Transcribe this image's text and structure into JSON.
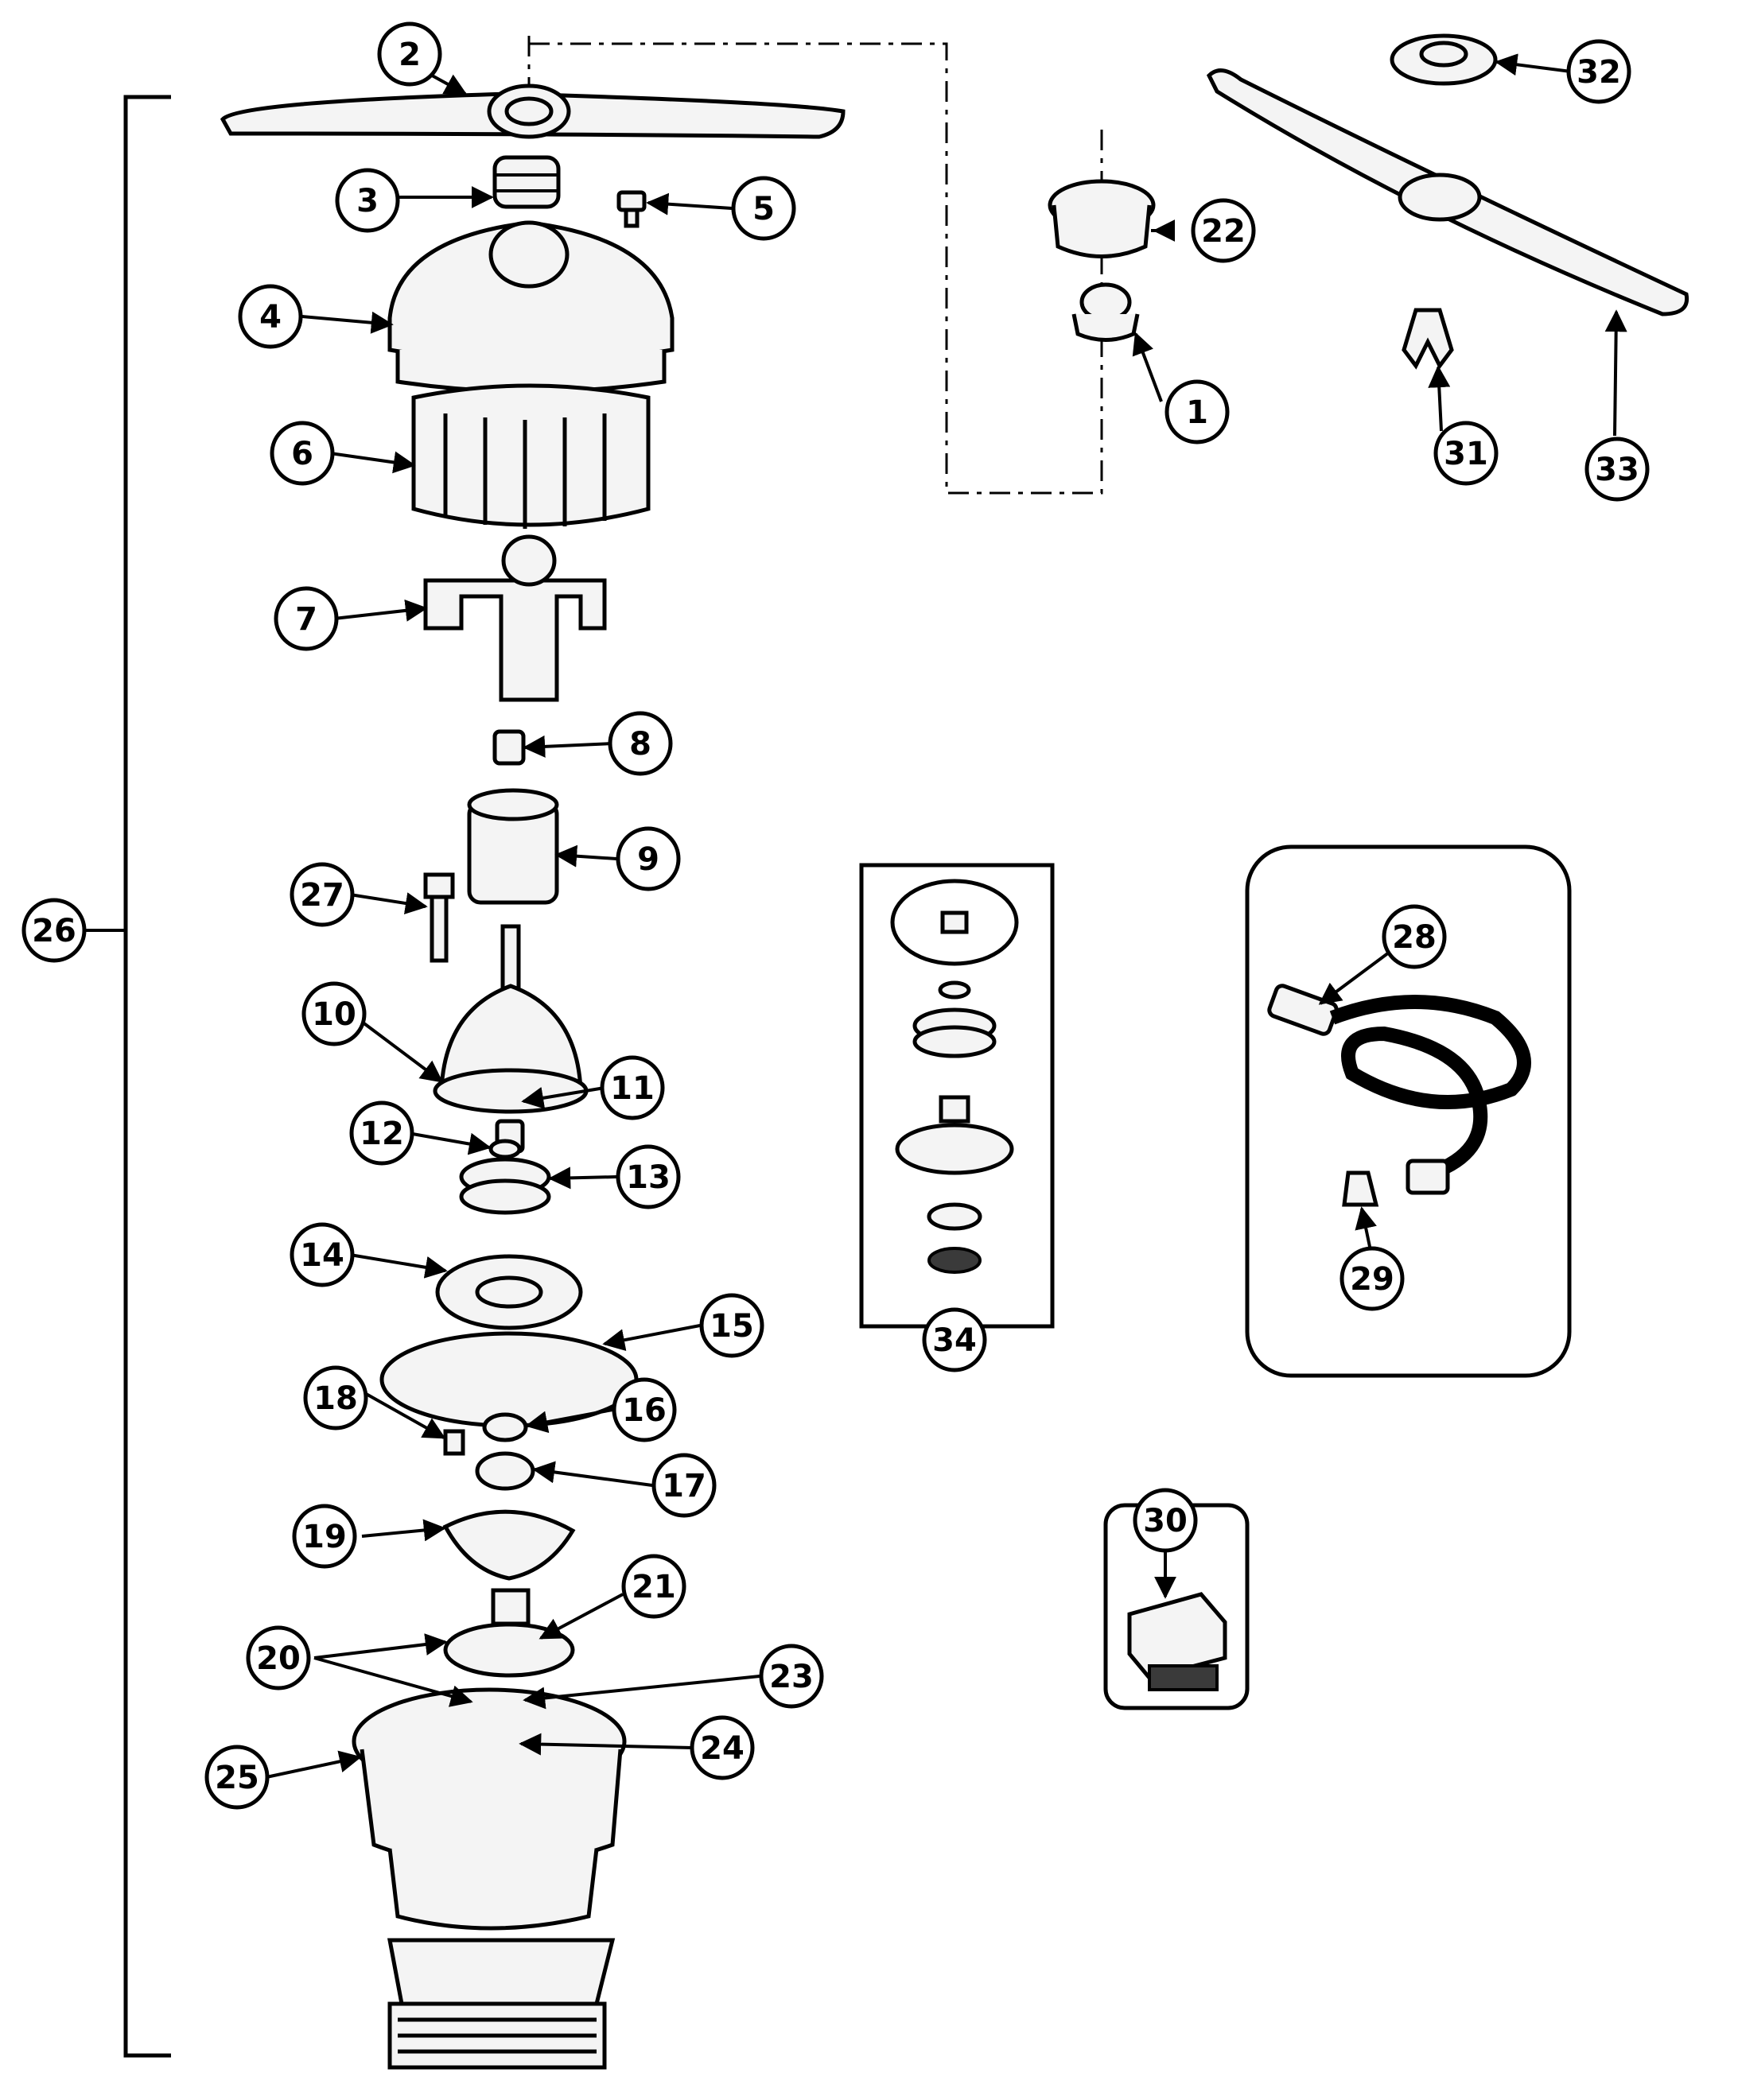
{
  "callouts": [
    "1",
    "2",
    "3",
    "4",
    "5",
    "6",
    "7",
    "8",
    "9",
    "10",
    "11",
    "12",
    "13",
    "14",
    "15",
    "16",
    "17",
    "18",
    "19",
    "20",
    "21",
    "22",
    "23",
    "24",
    "25",
    "26",
    "27",
    "28",
    "29",
    "30",
    "31",
    "32",
    "33",
    "34"
  ],
  "colors": {
    "ink": "#000000",
    "paper": "#ffffff",
    "shade": "#3a3a3a",
    "fill": "#f4f4f4"
  }
}
